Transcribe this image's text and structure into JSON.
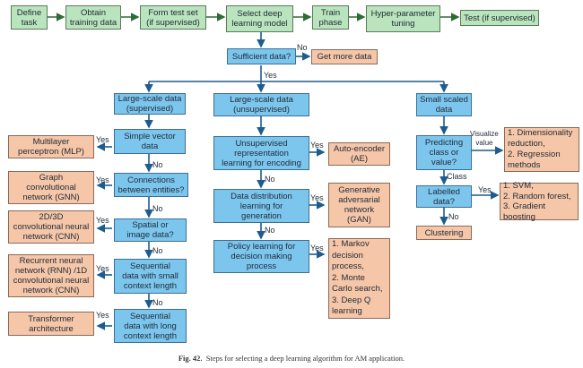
{
  "colors": {
    "process_fill": "#b9e4bd",
    "decision_fill": "#7cc6ee",
    "outcome_fill": "#f6c6a8",
    "green_arrow": "#2e6b35",
    "blue_arrow": "#1d5c8c"
  },
  "top_flow": [
    {
      "id": "define",
      "label": "Define\ntask"
    },
    {
      "id": "obtain",
      "label": "Obtain\ntraining data"
    },
    {
      "id": "formtest",
      "label": "Form test set\n(if supervised)"
    },
    {
      "id": "select",
      "label": "Select deep\nlearning model"
    },
    {
      "id": "train",
      "label": "Train\nphase"
    },
    {
      "id": "hyper",
      "label": "Hyper-parameter\ntuning"
    },
    {
      "id": "test",
      "label": "Test (if supervised)"
    }
  ],
  "sufficient": {
    "label": "Sufficient data?",
    "no_label": "No",
    "yes_label": "Yes",
    "get_more": "Get more data"
  },
  "columns": {
    "supervised": {
      "header": "Large-scale data\n(supervised)",
      "decisions": [
        {
          "q": "Simple vector\ndata",
          "yes": "Yes",
          "no": "No",
          "result": "Multilayer\nperceptron (MLP)"
        },
        {
          "q": "Connections\nbetween entities?",
          "yes": "Yes",
          "no": "No",
          "result": "Graph\nconvolutional\nnetwork (GNN)"
        },
        {
          "q": "Spatial or\nimage data?",
          "yes": "Yes",
          "no": "No",
          "result": "2D/3D\nconvolutional neural\nnetwork (CNN)"
        },
        {
          "q": "Sequential\ndata with small\ncontext length",
          "yes": "Yes",
          "no": "No",
          "result": "Recurrent neural\nnetwork (RNN) /1D\nconvolutional neural\nnetwork (CNN)"
        },
        {
          "q": "Sequential\ndata with long\ncontext length",
          "yes": "Yes",
          "result": "Transformer\narchitecture"
        }
      ]
    },
    "unsupervised": {
      "header": "Large-scale data\n(unsupervised)",
      "decisions": [
        {
          "q": "Unsupervised\nrepresentation\nlearning for encoding",
          "yes": "Yes",
          "no": "No",
          "result": "Auto-encoder\n(AE)"
        },
        {
          "q": "Data distribution\nlearning for\ngeneration",
          "yes": "Yes",
          "no": "No",
          "result": "Generative\nadversarial\nnetwork\n(GAN)"
        },
        {
          "q": "Policy learning for\ndecision making\nprocess",
          "yes": "Yes",
          "result": "1. Markov\ndecision\nprocess,\n2. Monte\nCarlo search,\n3. Deep Q\nlearning"
        }
      ]
    },
    "small": {
      "header": "Small scaled\ndata",
      "predict": {
        "q": "Predicting\nclass or\nvalue?",
        "value_label": "Visualize\nvalue",
        "class_label": "Class",
        "result": "1. Dimensionality\nreduction,\n2. Regression\nmethods"
      },
      "labelled": {
        "q": "Labelled\ndata?",
        "yes": "Yes",
        "no": "No",
        "result": "1. SVM,\n2. Random forest,\n3. Gradient\nboosting",
        "no_result": "Clustering"
      }
    }
  },
  "caption": {
    "fig": "Fig. 42.",
    "text": "Steps for selecting a deep learning algorithm for AM application."
  }
}
